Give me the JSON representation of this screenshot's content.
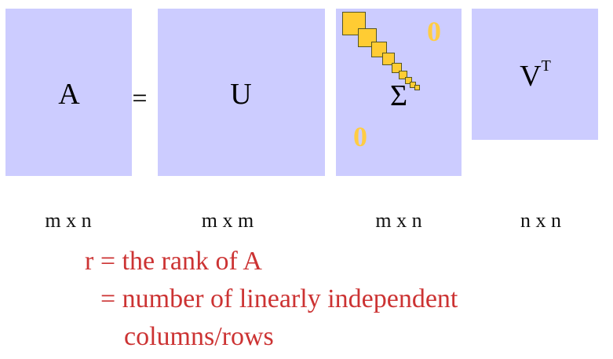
{
  "equation": {
    "lhs": "A",
    "equals": "=",
    "u": "U",
    "sigma": "Σ",
    "v_base": "V",
    "v_sup": "T",
    "zero_top": "0",
    "zero_bottom": "0"
  },
  "dimensions": {
    "a": "m x n",
    "u": "m x m",
    "sigma": "m x n",
    "v": "n x n"
  },
  "explanation": {
    "line1": "r = the rank of A",
    "line2": "= number of linearly independent",
    "line3": "columns/rows"
  },
  "colors": {
    "box_fill": "#ccccff",
    "diag_fill": "#ffcc33",
    "zero": "#ffcc44",
    "explanation": "#cc3333"
  }
}
